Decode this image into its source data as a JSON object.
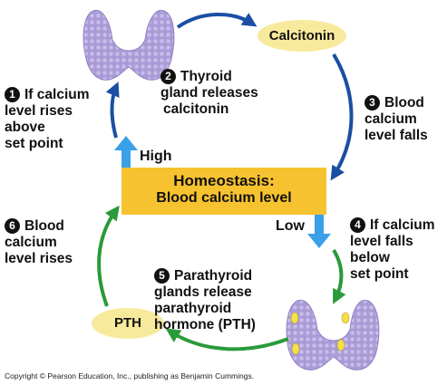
{
  "homeostasis": {
    "title": "Homeostasis:",
    "subtitle": "Blood calcium level"
  },
  "hormones": {
    "calcitonin": "Calcitonin",
    "pth": "PTH"
  },
  "directions": {
    "high": "High",
    "low": "Low"
  },
  "steps": [
    {
      "num": "1",
      "lines": [
        "If calcium",
        "level rises",
        "above",
        "set point"
      ]
    },
    {
      "num": "2",
      "lines": [
        "Thyroid",
        "gland releases",
        "calcitonin"
      ]
    },
    {
      "num": "3",
      "lines": [
        "Blood",
        "calcium",
        "level falls"
      ]
    },
    {
      "num": "4",
      "lines": [
        "If calcium",
        "level falls",
        "below",
        "set point"
      ]
    },
    {
      "num": "5",
      "lines": [
        "Parathyroid",
        "glands release",
        "parathyroid",
        "hormone (PTH)"
      ]
    },
    {
      "num": "6",
      "lines": [
        "Blood",
        "calcium",
        "level rises"
      ]
    }
  ],
  "colors": {
    "homeostasis_box": "#f7c22f",
    "hormone_oval": "#f7ea9c",
    "calcitonin_arrow": "#1a4fa3",
    "pth_arrow": "#2a9a3a",
    "direction_arrow": "#3aa0e8",
    "gland": "#a99ad6",
    "parathyroid": "#f4e04a"
  },
  "copyright": "Copyright © Pearson Education, Inc., publishing as Benjamin Cummings."
}
